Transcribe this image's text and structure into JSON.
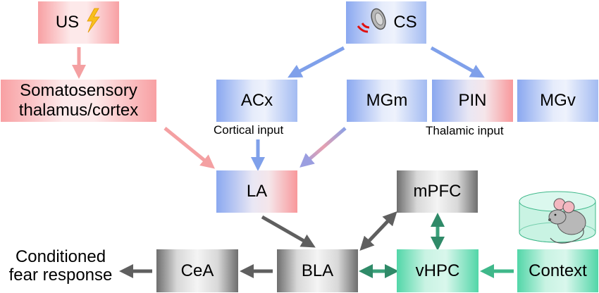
{
  "nodes": {
    "us": {
      "label": "US",
      "icon": "lightning-bolt-icon"
    },
    "cs": {
      "label": "CS",
      "icon": "speaker-sound-icon"
    },
    "somatosensory": {
      "line1": "Somatosensory",
      "line2": "thalamus/cortex"
    },
    "acx": {
      "label": "ACx"
    },
    "mgm": {
      "label": "MGm"
    },
    "pin": {
      "label": "PIN"
    },
    "mgv": {
      "label": "MGv"
    },
    "la": {
      "label": "LA"
    },
    "mpfc": {
      "label": "mPFC"
    },
    "bla": {
      "label": "BLA"
    },
    "cea": {
      "label": "CeA"
    },
    "vhpc": {
      "label": "vHPC"
    },
    "context": {
      "label": "Context",
      "icon": "mouse-in-cage-icon"
    }
  },
  "captions": {
    "cortical": "Cortical input",
    "thalamic": "Thalamic input"
  },
  "output": {
    "line1": "Conditioned",
    "line2": "fear response"
  },
  "colors": {
    "red_arrow": "#f4a0a2",
    "blue_arrow": "#7fa0ea",
    "gray_arrow": "#5f5f5f",
    "green_arrow": "#3fb88a"
  },
  "edges": [
    {
      "from": "US",
      "to": "Somatosensory thalamus/cortex"
    },
    {
      "from": "CS",
      "to": "ACx"
    },
    {
      "from": "CS",
      "to": "PIN"
    },
    {
      "from": "Somatosensory thalamus/cortex",
      "to": "LA"
    },
    {
      "from": "ACx",
      "to": "LA"
    },
    {
      "from": "MGm",
      "to": "LA"
    },
    {
      "from": "LA",
      "to": "BLA"
    },
    {
      "from": "BLA",
      "to": "mPFC",
      "bidirectional": true
    },
    {
      "from": "mPFC",
      "to": "vHPC",
      "bidirectional": true
    },
    {
      "from": "BLA",
      "to": "vHPC",
      "bidirectional": true
    },
    {
      "from": "Context",
      "to": "vHPC"
    },
    {
      "from": "BLA",
      "to": "CeA"
    },
    {
      "from": "CeA",
      "to": "Conditioned fear response"
    }
  ]
}
